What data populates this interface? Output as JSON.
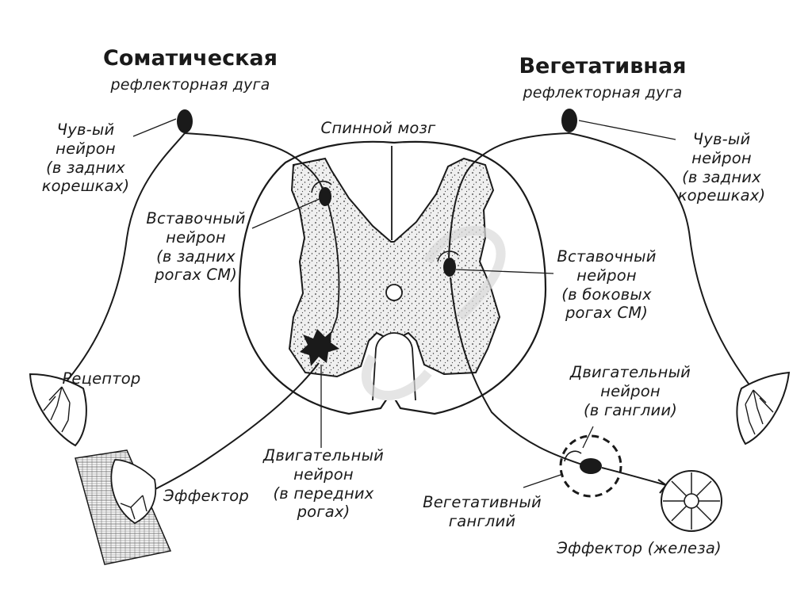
{
  "titles": {
    "somatic_title": "Соматическая",
    "somatic_subtitle": "рефлекторная дуга",
    "vegetative_title": "Вегетативная",
    "vegetative_subtitle": "рефлекторная дуга"
  },
  "labels": {
    "spinal_cord": "Спинной мозг",
    "sensory_neuron_left": "Чув-ый\nнейрон\n(в задних\nкорешках)",
    "sensory_neuron_right": "Чув-ый\nнейрон\n(в задних\nкорешках)",
    "interneuron_somatic": "Вставочный\nнейрон\n(в задних\nрогах СМ)",
    "interneuron_vegetative": "Вставочный\nнейрон\n(в боковых\nрогах СМ)",
    "receptor": "Рецептор",
    "effector_left": "Эффектор",
    "motor_neuron_anterior": "Двигательный\nнейрон\n(в передних\nрогах)",
    "motor_neuron_ganglion": "Двигательный\nнейрон\n(в ганглии)",
    "vegetative_ganglion": "Вегетативный\nганглий",
    "effector_gland": "Эффектор (железа)"
  },
  "colors": {
    "ink": "#1a1a1a",
    "grey_matter": "#ececec",
    "background": "#ffffff",
    "watermark": "#d6d6d6"
  }
}
